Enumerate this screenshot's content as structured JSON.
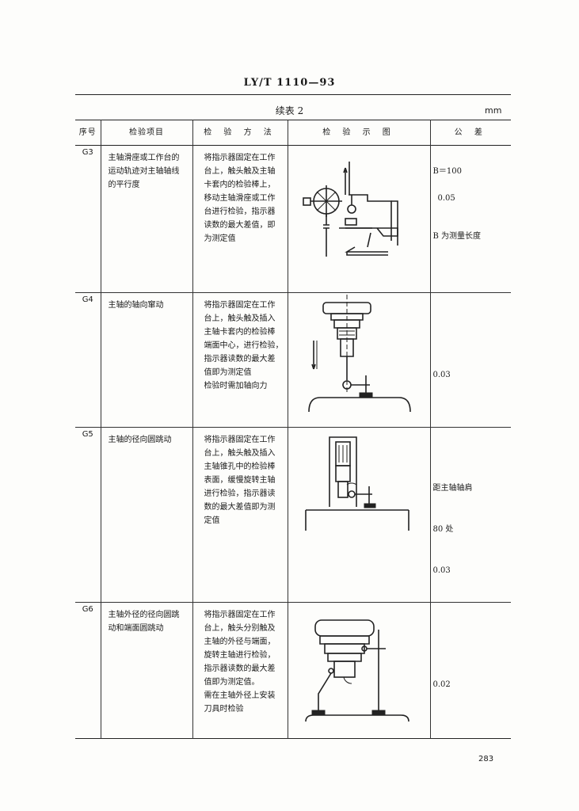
{
  "header": {
    "standard_code": "LY/T 1110—93"
  },
  "table": {
    "title": "续表 2",
    "unit": "mm",
    "columns": {
      "no": "序号",
      "item": "检验项目",
      "method": "检 验 方 法",
      "figure": "检 验 示 图",
      "tolerance": "公 差"
    },
    "rows": [
      {
        "no": "G3",
        "item": "主轴滑座或工作台的\n运动轨迹对主轴轴线\n的平行度",
        "method": "将指示器固定在工作\n台上，触头触及主轴\n卡套内的检验棒上，\n移动主轴滑座或工作\n台进行检验，指示器\n读数的最大差值，即\n为测定值",
        "tolerance": [
          "B＝100",
          "0.05",
          "B 为测量长度"
        ],
        "figure_icon": "dial-indicator-parallelism-diagram"
      },
      {
        "no": "G4",
        "item": "主轴的轴向窜动",
        "method": "将指示器固定在工作\n台上，触头触及插入\n主轴卡套内的检验棒\n端面中心，进行检验，\n指示器读数的最大差\n值即为测定值\n检验时需加轴向力",
        "tolerance": [
          "0.03"
        ],
        "figure_icon": "axial-runout-diagram"
      },
      {
        "no": "G5",
        "item": "主轴的径向圆跳动",
        "method": "将指示器固定在工作\n台上，触头触及插入\n主轴锥孔中的检验棒\n表面，缓慢旋转主轴\n进行检验，指示器读\n数的最大差值即为测\n定值",
        "tolerance": [
          "距主轴轴肩",
          "80 处",
          "0.03"
        ],
        "figure_icon": "radial-runout-diagram"
      },
      {
        "no": "G6",
        "item": "主轴外径的径向圆跳\n动和端面圆跳动",
        "method": "将指示器固定在工作\n台上，触头分别触及\n主轴的外径与端面，\n旋转主轴进行检验，\n指示器读数的最大差\n值即为测定值。\n需在主轴外径上安装\n刀具时检验",
        "tolerance": [
          "0.02"
        ],
        "figure_icon": "spindle-face-runout-diagram"
      }
    ]
  },
  "footer": {
    "page_number": "283"
  }
}
